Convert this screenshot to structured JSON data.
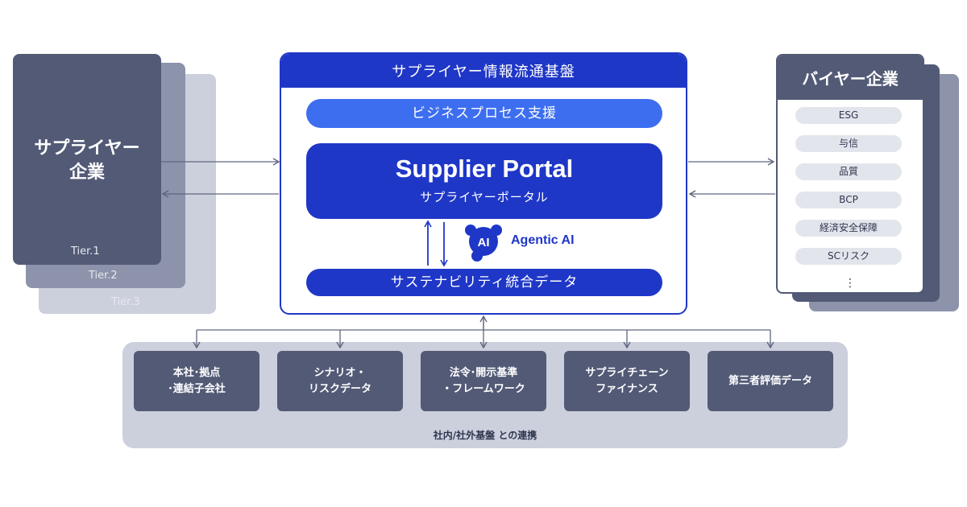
{
  "supplier": {
    "title_line1": "サプライヤー",
    "title_line2": "企業",
    "tiers": [
      "Tier.1",
      "Tier.2",
      "Tier.3"
    ]
  },
  "buyer": {
    "title": "バイヤー企業",
    "items": [
      "ESG",
      "与信",
      "品質",
      "BCP",
      "経済安全保障",
      "SCリスク"
    ],
    "ellipsis": "⋮"
  },
  "platform": {
    "header": "サプライヤー情報流通基盤",
    "business_process": "ビジネスプロセス支援",
    "portal_title": "Supplier Portal",
    "portal_subtitle": "サプライヤーポータル",
    "ai_badge": "AI",
    "ai_label": "Agentic AI",
    "sustainability": "サステナビリティ統合データ"
  },
  "integration": {
    "boxes": [
      "本社･拠点\n･連結子会社",
      "シナリオ・\nリスクデータ",
      "法令･開示基準\n・フレームワーク",
      "サプライチェーン\nファイナンス",
      "第三者評価データ"
    ],
    "caption": "社内/社外基盤 との連携"
  },
  "colors": {
    "navy_slate": "#525a76",
    "mid_slate": "#8c93aa",
    "light_slate": "#ccd0dc",
    "primary_blue": "#1f37c7",
    "accent_blue": "#3d6ef0"
  }
}
